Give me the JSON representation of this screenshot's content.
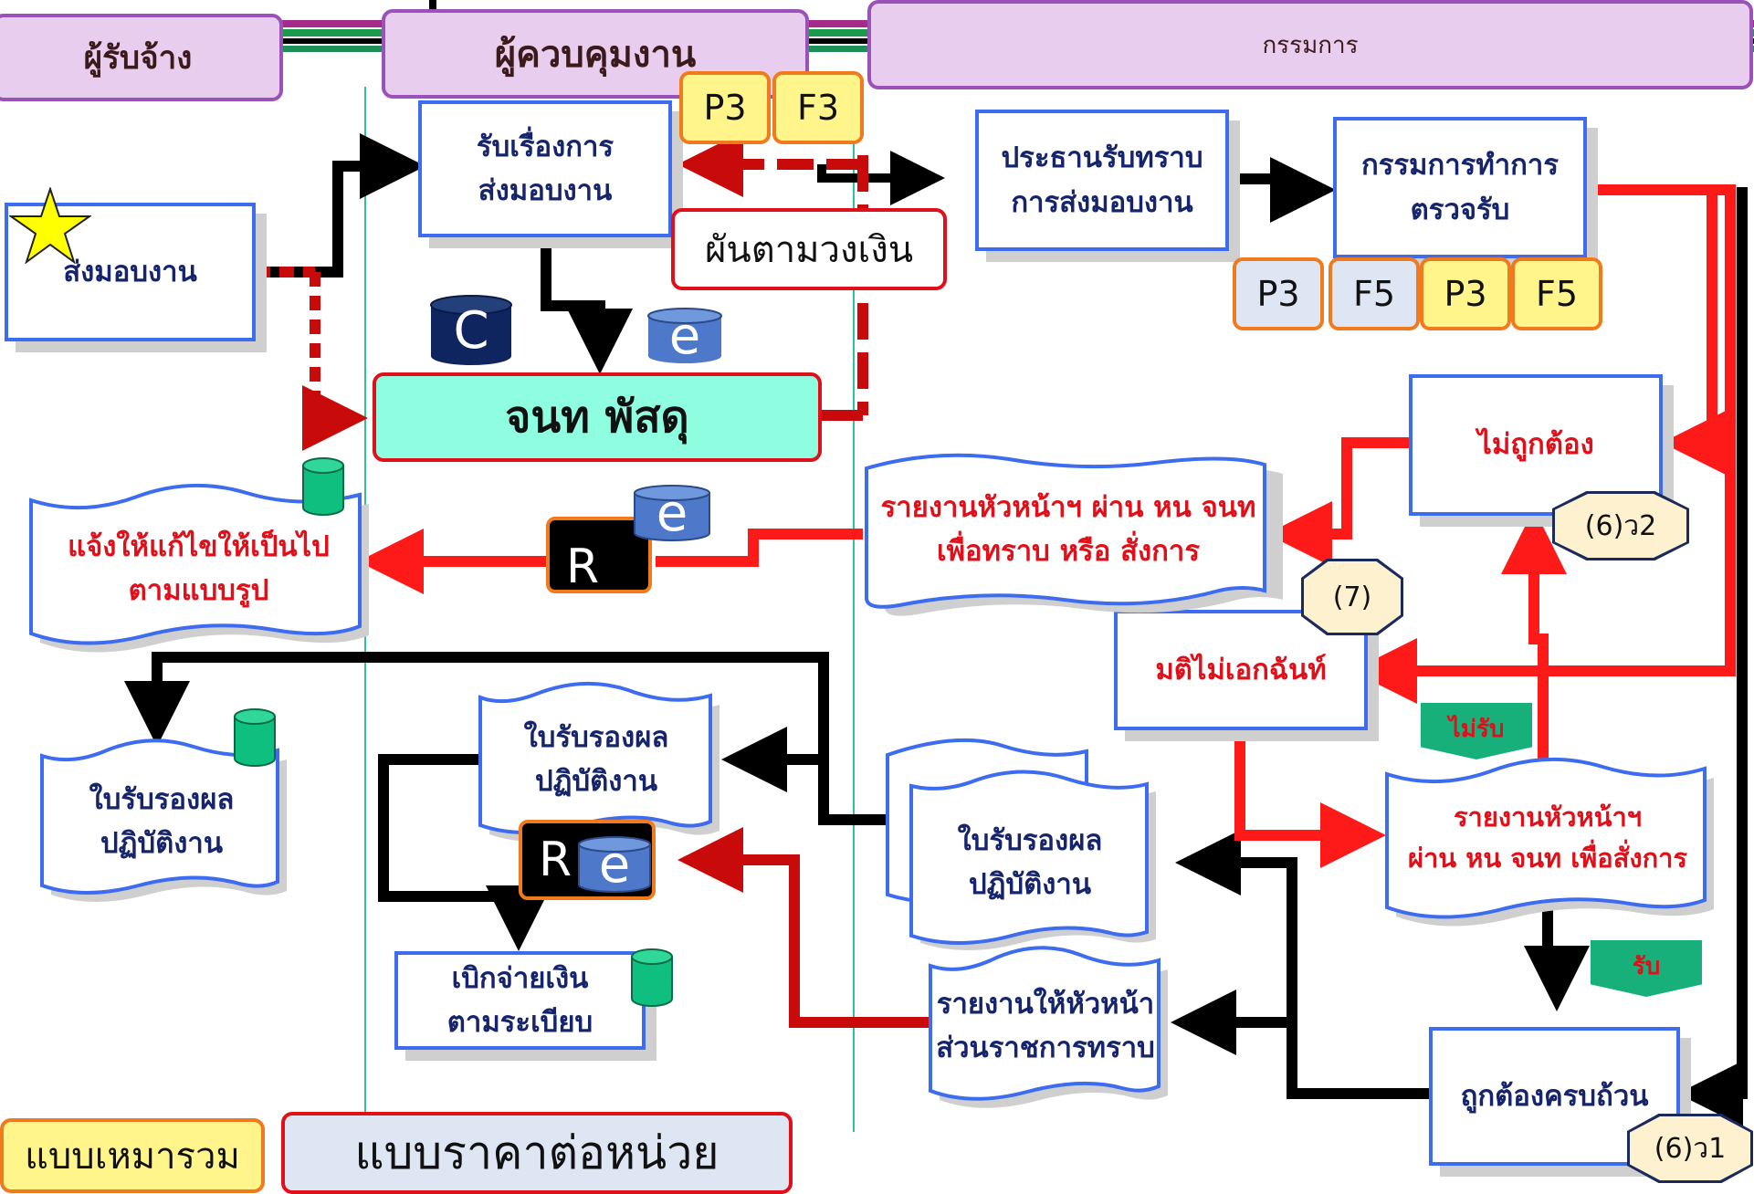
{
  "lanes": {
    "contractor": "ผู้รับจ้าง",
    "supervisor": "ผู้ควบคุมงาน",
    "committee": "กรรมการ"
  },
  "nodes": {
    "deliver_work": "ส่งมอบงาน",
    "receive_delivery_l1": "รับเรื่องการ",
    "receive_delivery_l2": "ส่งมอบงาน",
    "chairman_l1": "ประธานรับทราบ",
    "chairman_l2": "การส่งมอบงาน",
    "inspect_l1": "กรรมการทำการ",
    "inspect_l2": "ตรวจรับ",
    "budget_limit": "ผันตามวงเงิน",
    "procurement_officer": "จนท พัสดุ",
    "incorrect": "ไม่ถูกต้อง",
    "report_head_l1": "รายงานหัวหน้าฯ ผ่าน หน จนท",
    "report_head_l2": "เพื่อทราบ หรือ สั่งการ",
    "notify_fix_l1": "แจ้งให้แก้ไขให้เป็นไป",
    "notify_fix_l2": "ตามแบบรูป",
    "not_unanimous": "มติไม่เอกฉันท์",
    "certificate_left_l1": "ใบรับรองผล",
    "certificate_left_l2": "ปฏิบัติงาน",
    "certificate_mid_l1": "ใบรับรองผล",
    "certificate_mid_l2": "ปฏิบัติงาน",
    "certificate_right_l1": "ใบรับรองผล",
    "certificate_right_l2": "ปฏิบัติงาน",
    "report_order_l1": "รายงานหัวหน้าฯ",
    "report_order_l2": "ผ่าน หน จนท เพื่อสั่งการ",
    "disburse_l1": "เบิกจ่ายเงิน",
    "disburse_l2": "ตามระเบียบ",
    "report_agency_l1": "รายงานให้หัวหน้า",
    "report_agency_l2": "ส่วนราชการทราบ",
    "complete_correct": "ถูกต้องครบถ้วน"
  },
  "tags": {
    "p3_top": "P3",
    "f3_top": "F3",
    "p3_a": "P3",
    "f5_a": "F5",
    "p3_b": "P3",
    "f5_b": "F5"
  },
  "clauses": {
    "c6_2": "(6)ว2",
    "c7": "(7)",
    "c6_1": "(6)ว1"
  },
  "decisions": {
    "reject": "ไม่รับ",
    "accept": "รับ"
  },
  "symbols": {
    "c": "C",
    "e": "e",
    "r": "R"
  },
  "footer": {
    "lump_sum": "แบบเหมารวม",
    "unit_price": "แบบราคาต่อหน่วย"
  },
  "colors": {
    "box_border": "#3d6cf0",
    "flow_black": "#000000",
    "flow_red": "#ff1a1a",
    "flow_darkred": "#c80a0a",
    "lane_fill": "#e9cdef",
    "lane_border": "#9a52b8",
    "officer_fill": "#8ffde0",
    "db_green": "#0fbf7f",
    "db_navy": "#0f2560",
    "db_blue": "#4e78c9"
  }
}
